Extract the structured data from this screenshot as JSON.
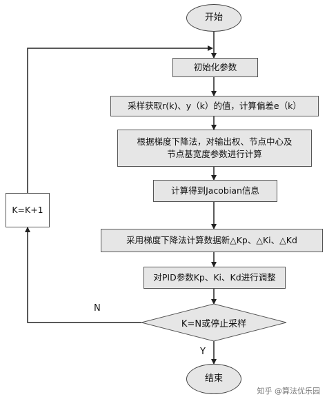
{
  "nodes": {
    "start": "开始",
    "init": "初始化参数",
    "sample": "采样获取r(k)、y（k）的值，计算偏差e（k）",
    "gradient_line1": "根据梯度下降法，对输出权、节点中心及",
    "gradient_line2": "节点基宽度参数进行计算",
    "jacobian": "计算得到Jacobian信息",
    "update": "采用梯度下降法计算数据新△Kp、△Ki、△Kd",
    "adjust": "对PID参数Kp、Ki、Kd进行调整",
    "decision": "K=N或停止采样",
    "increment": "K=K+1",
    "end": "结束"
  },
  "edge_labels": {
    "no": "N",
    "yes": "Y"
  },
  "watermark": {
    "text": "知乎 @算法优乐园"
  }
}
